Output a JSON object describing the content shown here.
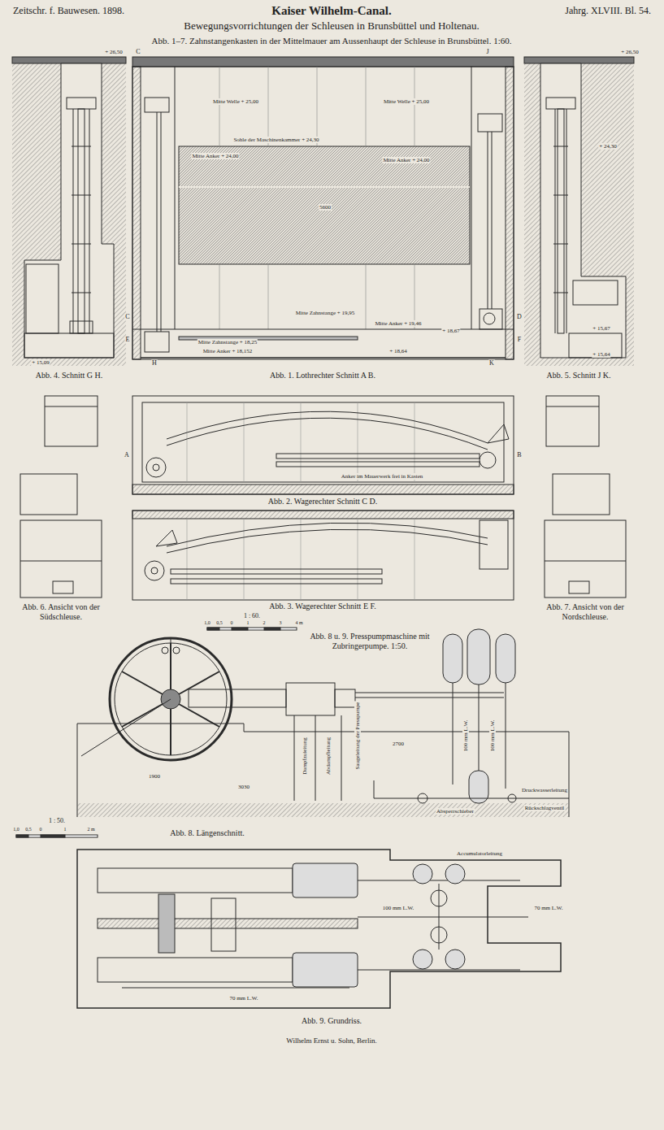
{
  "diagram": {
    "title": "Kaiser Wilhelm-Canal.",
    "labels": [
      "Zeitschr. f. Bauwesen. 1898.",
      "Jahrg. XLVIII. Bl. 54.",
      "Bewegungsvorrichtungen der Schleusen in Brunsbüttel und Holtenau.",
      "Abb. 1–7. Zahnstangenkasten in der Mittelmauer am Aussenhaupt der Schleuse in Brunsbüttel. 1:60.",
      "+ 26,50",
      "C",
      "J",
      "+ 26,50",
      "Mitte Welle + 25,00",
      "Mitte Welle + 25,00",
      "Sohle der Maschinenkammer + 24,30",
      "Mitte Anker + 24,00",
      "Mitte Anker + 24,00",
      "5600",
      "Mitte Zahnstange + 19,95",
      "Mitte Anker + 19,46",
      "+ 18,67",
      "Mitte Zahnstange + 18,25",
      "Mitte Anker + 18,152",
      "+ 18,64",
      "C",
      "D",
      "E",
      "F",
      "H",
      "K",
      "+ 15,09",
      "+ 24,30",
      "+ 15,67",
      "+ 15,64",
      "Abb. 4. Schnitt G H.",
      "Abb. 1. Lothrechter Schnitt A B.",
      "Abb. 5. Schnitt J K.",
      "A",
      "B",
      "Anker im Mauerwerk frei in Kasten",
      "Abb. 2. Wagerechter Schnitt C D.",
      "Abb. 3. Wagerechter Schnitt E F.",
      "Abb. 6. Ansicht von der Südschleuse.",
      "Abb. 7. Ansicht von der Nordschleuse.",
      "1 : 60.",
      "1,0",
      "0,5",
      "0",
      "1",
      "2",
      "3",
      "4 m",
      "Abb. 8 u. 9. Presspumpmaschine mit Zubringerpumpe. 1:50.",
      "1900",
      "3030",
      "Dampfzuleitung",
      "Abdampfleitung",
      "Saugeleitung der Presspumpe",
      "2700",
      "100 mm L.W.",
      "100 mm L.W.",
      "Druckwasserleitung",
      "Absperrschieber",
      "Rückschlagventil",
      "Abb. 8. Längenschnitt.",
      "1 : 50.",
      "1,0",
      "0,5",
      "0",
      "1",
      "2 m",
      "Accumulatorleitung",
      "100 mm L.W.",
      "70 mm L.W.",
      "70 mm L.W.",
      "Abb. 9. Grundriss.",
      "Wilhelm Ernst u. Sohn, Berlin."
    ]
  }
}
